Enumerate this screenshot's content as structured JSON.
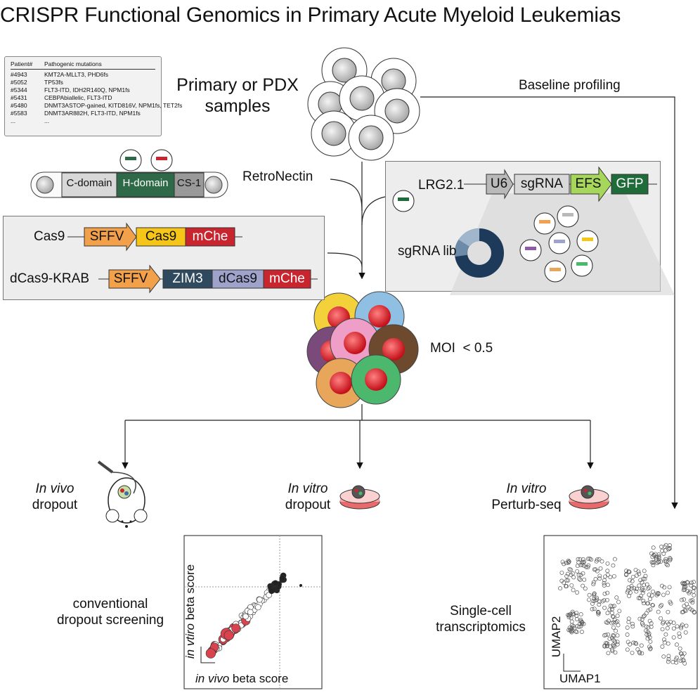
{
  "title": "CRISPR Functional Genomics in Primary Acute Myeloid Leukemias",
  "patient_table": {
    "col1": "Patient#",
    "col2": "Pathogenic mutations",
    "rows": [
      {
        "id": "#4943",
        "mut": "KMT2A-MLLT3, PHD6fs"
      },
      {
        "id": "#5052",
        "mut": "TP53fs"
      },
      {
        "id": "#5344",
        "mut": "FLT3-ITD, IDH2R140Q, NPM1fs"
      },
      {
        "id": "#5431",
        "mut": "CEBPAbiallelic, FLT3-ITD"
      },
      {
        "id": "#5480",
        "mut": "DNMT3ASTOP-gained, KITD816V, NPM1fs, TET2fs"
      },
      {
        "id": "#5583",
        "mut": "DNMT3AR882H, FLT3-ITD, NPM1fs"
      },
      {
        "id": "...",
        "mut": "..."
      }
    ]
  },
  "samples_label_1": "Primary or PDX",
  "samples_label_2": "samples",
  "baseline_label": "Baseline profiling",
  "retronectin": {
    "label": "RetroNectin",
    "domains": [
      "C-domain",
      "H-domain",
      "CS-1"
    ]
  },
  "cas_panel": {
    "rows": [
      {
        "name": "Cas9",
        "parts": [
          "SFFV",
          "Cas9",
          "mChe"
        ]
      },
      {
        "name": "dCas9-KRAB",
        "parts": [
          "SFFV",
          "ZIM3",
          "dCas9",
          "mChe"
        ]
      }
    ]
  },
  "lib_panel": {
    "vector_name": "LRG2.1",
    "parts": [
      "U6",
      "sgRNA",
      "EFS",
      "GFP"
    ],
    "lib_label": "sgRNA lib"
  },
  "moi_label": "MOI  < 0.5",
  "branches": [
    {
      "italic": "In vivo",
      "rest": "dropout"
    },
    {
      "italic": "In vitro",
      "rest": "dropout"
    },
    {
      "italic": "In vitro",
      "rest": "Perturb-seq"
    }
  ],
  "conventional_1": "conventional",
  "conventional_2": "dropout screening",
  "scatter": {
    "xlabel_italic": "in vivo",
    "xlabel_rest": " beta score",
    "ylabel_italic": "in vtiro",
    "ylabel_rest": " beta score"
  },
  "sc_label_1": "Single-cell",
  "sc_label_2": "transcriptomics",
  "umap": {
    "xlabel": "UMAP1",
    "ylabel": "UMAP2"
  },
  "colors": {
    "sffv": "#f2a14a",
    "cas9": "#f5c518",
    "mche": "#c8252f",
    "zim3": "#2f4a5e",
    "dcas9": "#9fa3cc",
    "u6": "#b9b9b9",
    "efs": "#a6d65a",
    "gfp": "#1f6b3a",
    "hdomain": "#2e6a47",
    "dots_red": "#d9434d"
  }
}
